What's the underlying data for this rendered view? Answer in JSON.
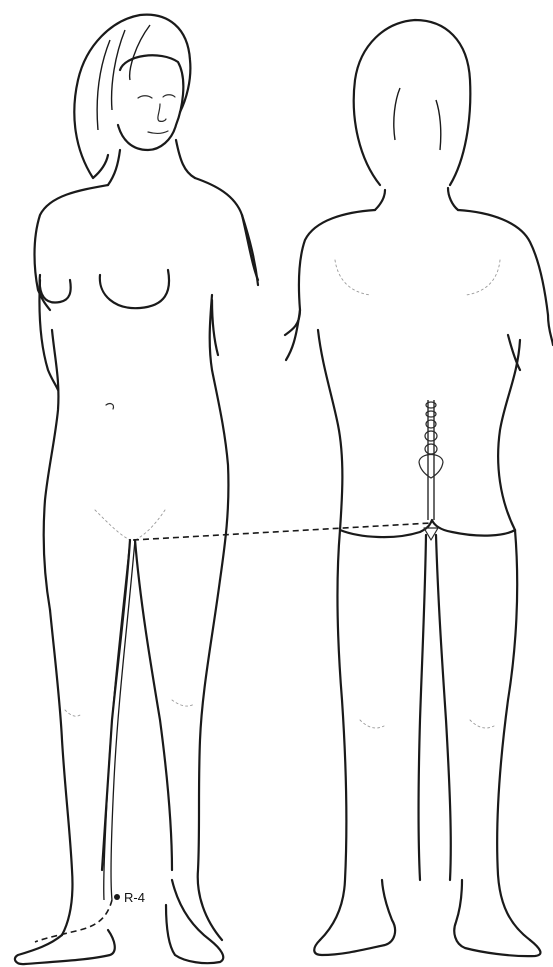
{
  "diagram": {
    "views": [
      "front",
      "back"
    ],
    "points": [
      {
        "label": "R-4"
      }
    ]
  },
  "colors": {
    "ink": "#1a1a1a",
    "background": "#ffffff"
  }
}
